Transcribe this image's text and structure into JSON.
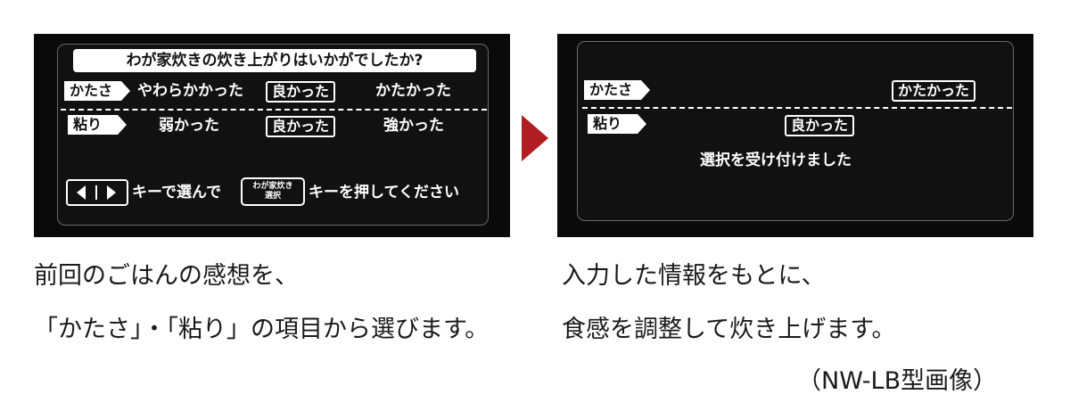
{
  "screen1": {
    "title": "わが家炊きの炊き上がりはいかがでしたか?",
    "katasa_label": "かたさ",
    "katasa_opt1": "やわらかかった",
    "katasa_opt2": "良かった",
    "katasa_opt3": "かたかった",
    "nebari_label": "粘り",
    "nebari_opt1": "弱かった",
    "nebari_opt2": "良かった",
    "nebari_opt3": "強かった",
    "instr_part1": "キーで選んで",
    "wagaya_btn_line1": "わが家炊き",
    "wagaya_btn_line2": "選択",
    "instr_part2": "キーを押してください"
  },
  "screen2": {
    "katasa_label": "かたさ",
    "katasa_selected": "かたかった",
    "nebari_label": "粘り",
    "nebari_selected": "良かった",
    "confirm": "選択を受け付けました"
  },
  "captions": {
    "left_line1": "前回のごはんの感想を、",
    "left_line2": "「かたさ」・「粘り」の項目から選びます。",
    "right_line1": "入力した情報をもとに、",
    "right_line2": "食感を調整して炊き上げます。",
    "model_note": "（NW-LB型画像）"
  },
  "colors": {
    "arrow": "#b01e23",
    "screen_bg": "#0a0a0a"
  }
}
